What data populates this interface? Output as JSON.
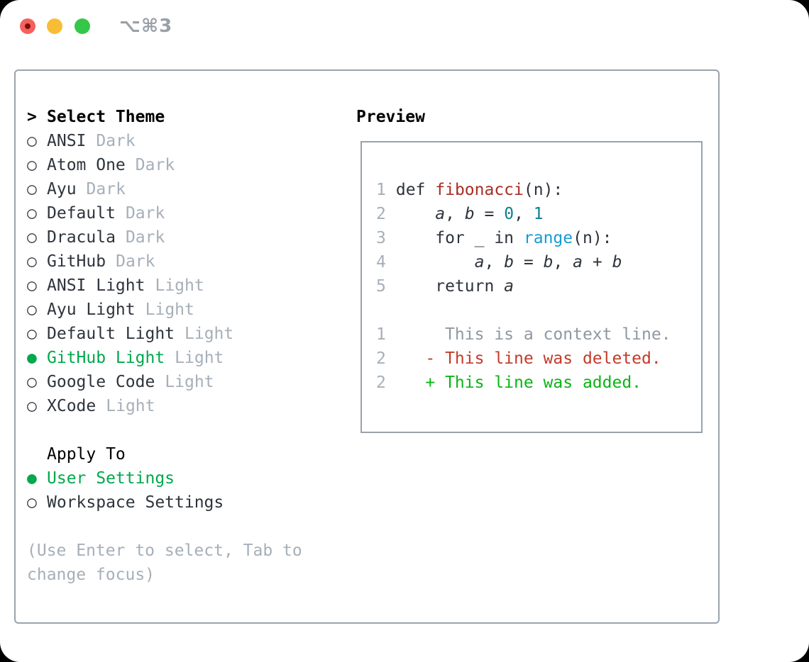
{
  "titlebar": {
    "shortcut": "⌥⌘3"
  },
  "colors": {
    "selected_green": "#00a84d",
    "added_green": "#0ab515",
    "deleted_red": "#c43a28",
    "function_red": "#a82e24",
    "number_teal": "#0e808d",
    "builtin_blue": "#189bd3",
    "muted_gray": "#a6afb9",
    "traffic_red": "#f4615c",
    "traffic_yellow": "#f8bd36",
    "traffic_green": "#34c749"
  },
  "menu": {
    "header": {
      "marker": ">",
      "label": "Select Theme"
    },
    "items": [
      {
        "marker": "○",
        "name": "ANSI",
        "badge": "Dark",
        "selected": false
      },
      {
        "marker": "○",
        "name": "Atom One",
        "badge": "Dark",
        "selected": false
      },
      {
        "marker": "○",
        "name": "Ayu",
        "badge": "Dark",
        "selected": false
      },
      {
        "marker": "○",
        "name": "Default",
        "badge": "Dark",
        "selected": false
      },
      {
        "marker": "○",
        "name": "Dracula",
        "badge": "Dark",
        "selected": false
      },
      {
        "marker": "○",
        "name": "GitHub",
        "badge": "Dark",
        "selected": false
      },
      {
        "marker": "○",
        "name": "ANSI Light",
        "badge": "Light",
        "selected": false
      },
      {
        "marker": "○",
        "name": "Ayu Light",
        "badge": "Light",
        "selected": false
      },
      {
        "marker": "○",
        "name": "Default Light",
        "badge": "Light",
        "selected": false
      },
      {
        "marker": "●",
        "name": "GitHub Light",
        "badge": "Light",
        "selected": true
      },
      {
        "marker": "○",
        "name": "Google Code",
        "badge": "Light",
        "selected": false
      },
      {
        "marker": "○",
        "name": "XCode",
        "badge": "Light",
        "selected": false
      }
    ],
    "apply": {
      "header": "Apply To",
      "items": [
        {
          "marker": "●",
          "label": "User Settings",
          "selected": true
        },
        {
          "marker": "○",
          "label": "Workspace Settings",
          "selected": false
        }
      ]
    },
    "hint": "(Use Enter to select, Tab to change focus)"
  },
  "preview": {
    "title": "Preview",
    "code": [
      {
        "num": "1",
        "s1": " def ",
        "s2": "fibonacci",
        "s3": "(n):"
      },
      {
        "num": "2",
        "s1": "     ",
        "s2": "a",
        "s3": ", ",
        "s4": "b",
        "s5": " = ",
        "s6": "0",
        "s7": ", ",
        "s8": "1"
      },
      {
        "num": "3",
        "s1": "     for _ in ",
        "s2": "range",
        "s3": "(n):"
      },
      {
        "num": "4",
        "s1": "         ",
        "s2": "a",
        "s3": ", ",
        "s4": "b",
        "s5": " = ",
        "s6": "b",
        "s7": ", ",
        "s8": "a",
        "s9": " + ",
        "s10": "b"
      },
      {
        "num": "5",
        "s1": "     return ",
        "s2": "a"
      },
      {
        "num": "1",
        "s1": "      This is a context line."
      },
      {
        "num": "2",
        "s1": "    - This line was deleted."
      },
      {
        "num": "2",
        "s1": "    + This line was added."
      }
    ]
  }
}
